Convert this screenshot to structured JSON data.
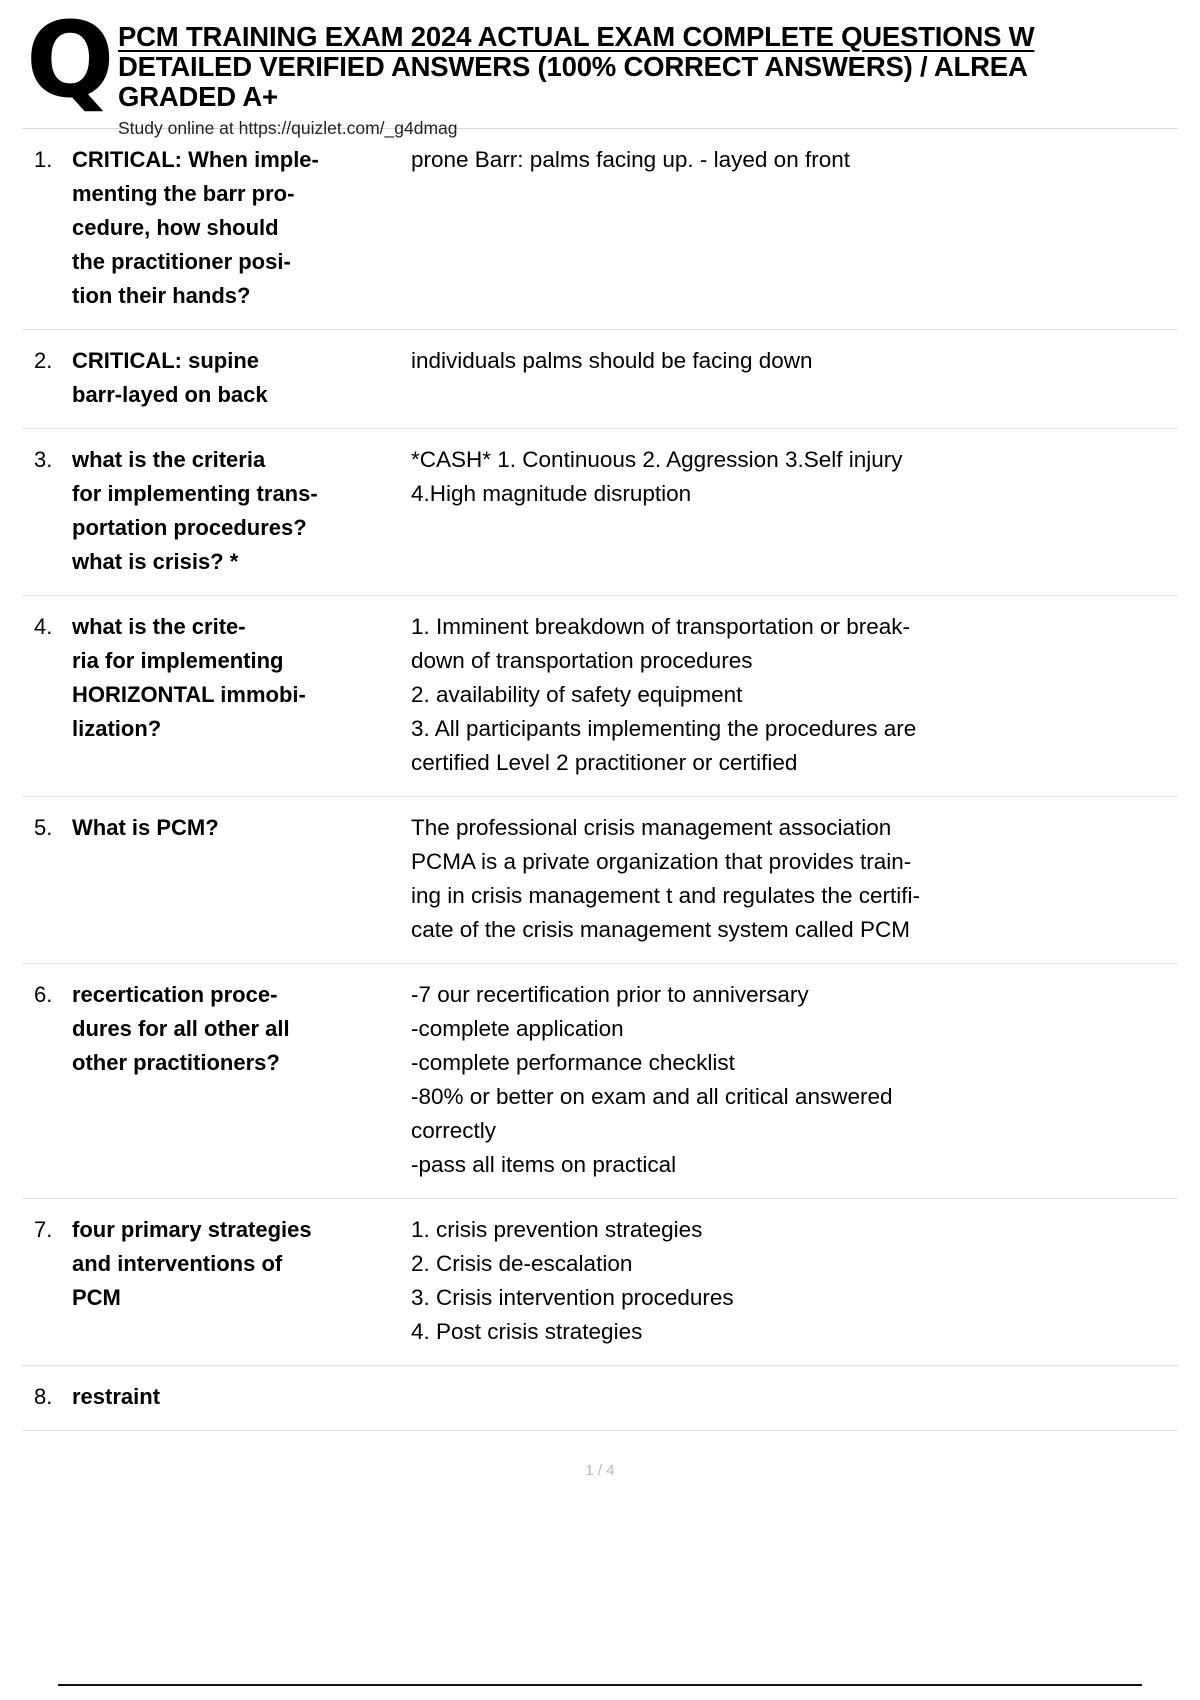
{
  "document": {
    "brand_letter": "Q",
    "title_line_1": "PCM TRAINING EXAM 2024 ACTUAL EXAM COMPLETE QUESTIONS W",
    "title_line_2": "DETAILED VERIFIED ANSWERS (100% CORRECT ANSWERS) / ALREA",
    "title_line_3": "GRADED A+",
    "study_line": "Study online at https://quizlet.com/_g4dmag",
    "page_indicator": "1 / 4"
  },
  "terms": [
    {
      "index": "1.",
      "term": "CRITICAL: When imple-\nmenting the barr pro-\ncedure, how should\nthe practitioner posi-\ntion their hands?",
      "definition": "prone Barr: palms facing up. - layed on front"
    },
    {
      "index": "2.",
      "term": "CRITICAL: supine\nbarr-layed on back",
      "definition": "individuals palms should be facing down"
    },
    {
      "index": "3.",
      "term": "what is the criteria\nfor implementing trans-\nportation procedures?\nwhat is crisis? *",
      "definition": "*CASH* 1. Continuous 2. Aggression 3.Self injury\n4.High magnitude disruption"
    },
    {
      "index": "4.",
      "term": "what is the crite-\nria for implementing\nHORIZONTAL immobi-\nlization?",
      "definition": "1. Imminent breakdown of transportation or break-\ndown of transportation procedures\n2. availability of safety equipment\n3. All participants implementing the procedures are\ncertified Level 2 practitioner or certified"
    },
    {
      "index": "5.",
      "term": "What is PCM?",
      "definition": "The professional crisis management association\nPCMA is a private organization that provides train-\ning in crisis management t and regulates the certifi-\ncate of the crisis management system called PCM"
    },
    {
      "index": "6.",
      "term": "recertication proce-\ndures for all other all\nother practitioners?",
      "definition": "-7 our recertification prior to anniversary\n-complete application\n-complete performance checklist\n-80% or better on exam and all critical answered\ncorrectly\n-pass all items on practical"
    },
    {
      "index": "7.",
      "term": "four primary strategies\nand interventions of\nPCM",
      "definition": "1. crisis prevention strategies\n2. Crisis de-escalation\n3. Crisis intervention procedures\n4. Post crisis strategies"
    },
    {
      "index": "8.",
      "term": "restraint",
      "definition": ""
    }
  ]
}
